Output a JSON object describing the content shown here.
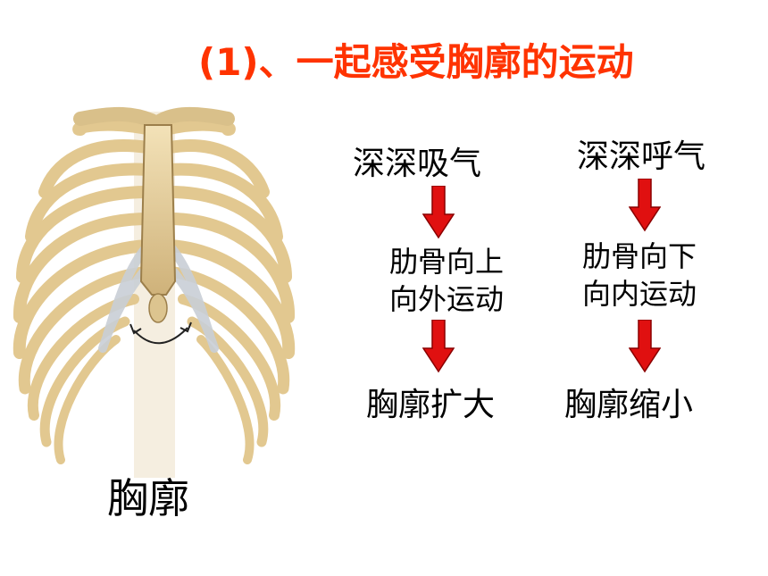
{
  "title": "(1)、一起感受胸廓的运动",
  "caption": "胸廓",
  "inhale": {
    "label": "深深吸气",
    "motion_line1": "肋骨向上",
    "motion_line2": "向外运动",
    "result": "胸廓扩大"
  },
  "exhale": {
    "label": "深深呼气",
    "motion_line1": "肋骨向下",
    "motion_line2": "向内运动",
    "result": "胸廓缩小"
  },
  "colors": {
    "title": "#ff3300",
    "arrow_fill": "#e01010",
    "arrow_edge": "#8a0000",
    "bone": "#e8d3a4",
    "cartilage": "#c9cfd6"
  }
}
